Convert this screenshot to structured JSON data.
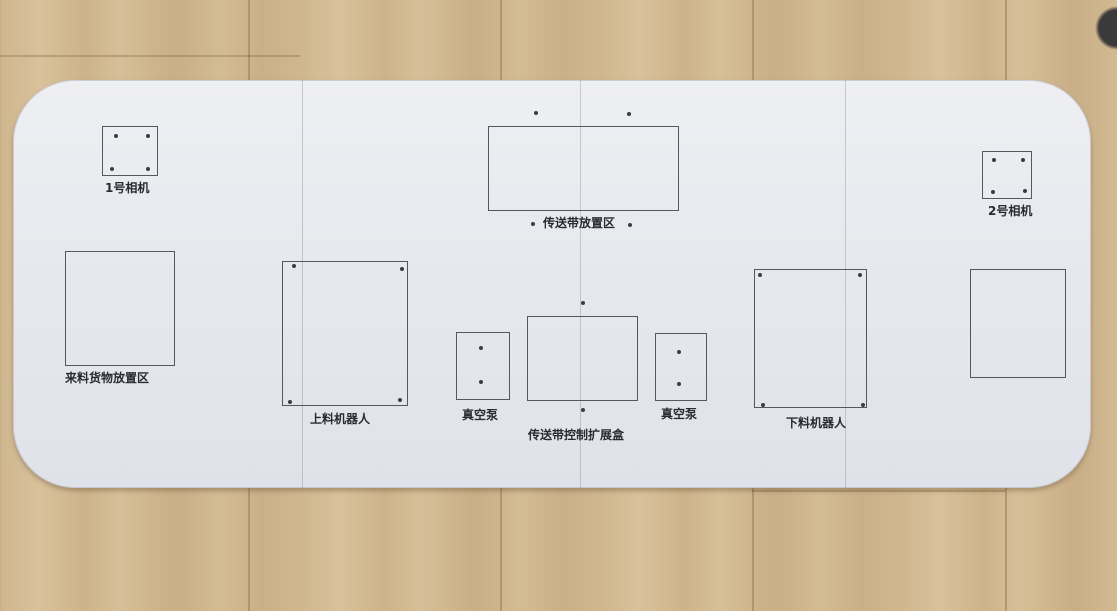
{
  "board": {
    "labels": {
      "camera_1": "1号相机",
      "camera_2": "2号相机",
      "conveyor_zone": "传送带放置区",
      "incoming_zone": "来料货物放置区",
      "loading_robot": "上料机器人",
      "vacuum_pump_left": "真空泵",
      "conveyor_control_box": "传送带控制扩展盒",
      "vacuum_pump_right": "真空泵",
      "unloading_robot": "下料机器人"
    }
  }
}
